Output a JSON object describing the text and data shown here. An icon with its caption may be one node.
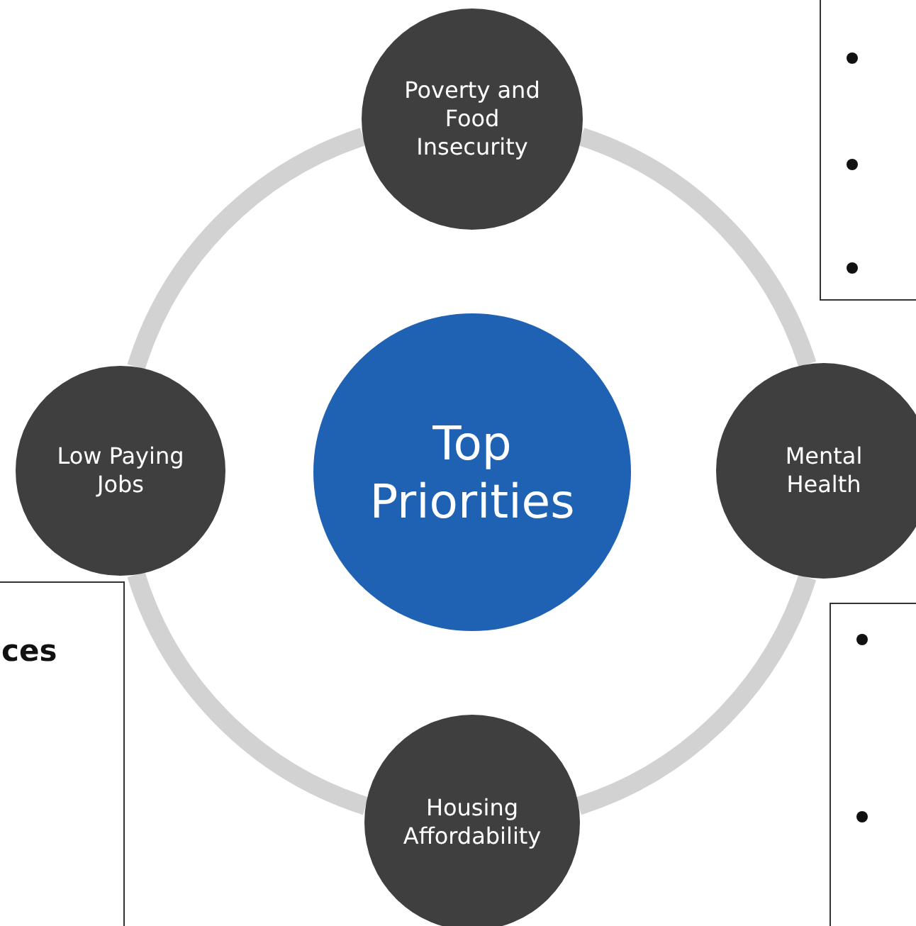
{
  "diagram": {
    "nodes": [
      {
        "text": [
          "Poverty and Food Insecurity"
        ]
      },
      {
        "text": [],
        "shape": "box"
      },
      {
        "text": [
          "Low Paying Jobs"
        ]
      },
      {
        "text": [
          "Top Priorities"
        ]
      },
      {
        "text": [
          "Mental Health"
        ]
      },
      {
        "text": [
          "ces"
        ]
      },
      {
        "text": [],
        "shape": "box"
      },
      {
        "text": [
          "Housing Affordability"
        ]
      }
    ],
    "edges": [
      {
        "from": 0,
        "to": 4,
        "arrow": "none"
      },
      {
        "from": 4,
        "to": 7,
        "arrow": "none"
      },
      {
        "from": 7,
        "to": 2,
        "arrow": "none"
      },
      {
        "from": 2,
        "to": 0,
        "arrow": "none"
      }
    ]
  }
}
